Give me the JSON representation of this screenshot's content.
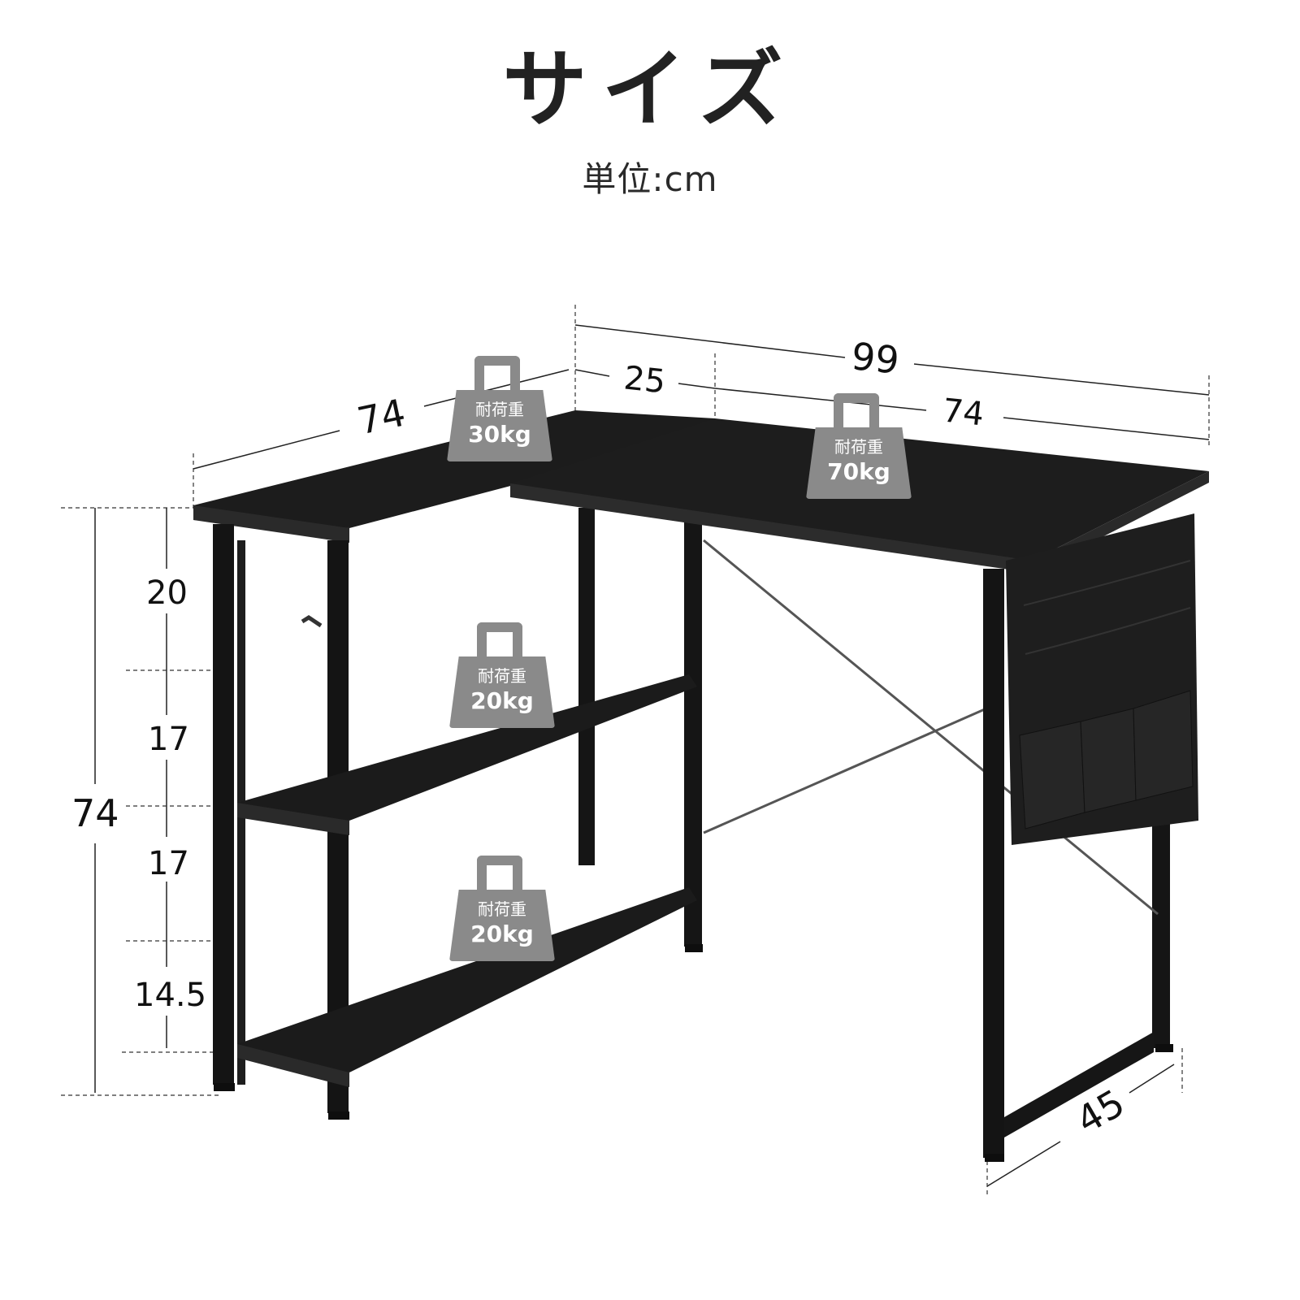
{
  "header": {
    "title": "サイズ",
    "unit": "単位:cm"
  },
  "dimensions": {
    "overall_width": "99",
    "left_depth_top": "74",
    "corner_offset": "25",
    "right_width_top": "74",
    "height_total": "74",
    "shelf_gap_top": "20",
    "shelf_gap_middle": "17",
    "shelf_gap_lower": "17",
    "shelf_bottom_clearance": "14.5",
    "depth": "45"
  },
  "load_capacity": {
    "label": "耐荷重",
    "items": [
      {
        "location": "left tabletop",
        "value": "30kg"
      },
      {
        "location": "right tabletop",
        "value": "70kg"
      },
      {
        "location": "middle shelf",
        "value": "20kg"
      },
      {
        "location": "bottom shelf",
        "value": "20kg"
      }
    ]
  },
  "colors": {
    "desk": "#1c1c1c",
    "frame": "#151515",
    "badge": "#8a8a8a",
    "badge_text": "#ffffff",
    "dimension_text": "#111111"
  }
}
